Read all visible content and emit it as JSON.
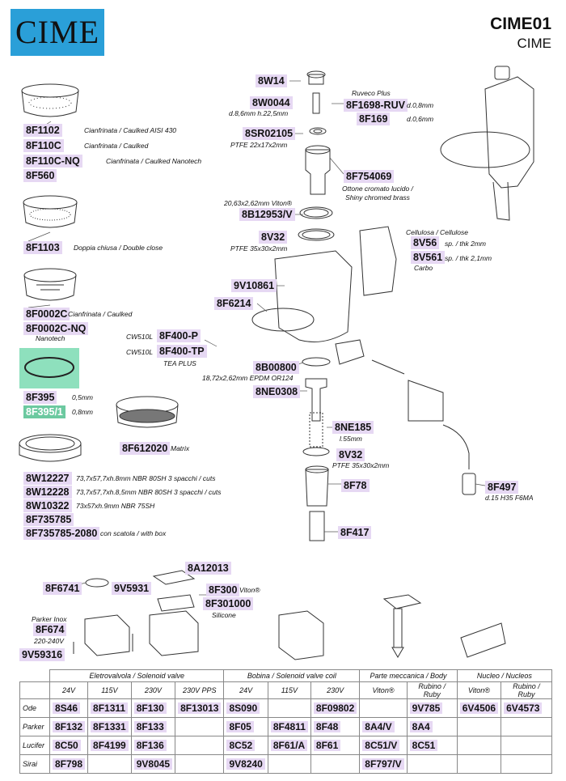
{
  "header": {
    "logo": "CIME",
    "model": "CIME01",
    "brand": "CIME"
  },
  "parts": [
    {
      "id": "p1",
      "code": "8F1102",
      "note": "Cianfrinata / Caulked AISI 430"
    },
    {
      "id": "p2",
      "code": "8F110C",
      "note": "Cianfrinata / Caulked"
    },
    {
      "id": "p3",
      "code": "8F110C-NQ",
      "note": "Cianfrinata / Caulked Nanotech"
    },
    {
      "id": "p4",
      "code": "8F560",
      "note": ""
    },
    {
      "id": "p5",
      "code": "8F1103",
      "note": "Doppia chiusa / Double close"
    },
    {
      "id": "p6",
      "code": "8F0002C",
      "note": "Cianfrinata / Caulked"
    },
    {
      "id": "p7",
      "code": "8F0002C-NQ",
      "note": "Nanotech"
    },
    {
      "id": "p8",
      "code": "8F395",
      "note": "0,5mm"
    },
    {
      "id": "p9",
      "code": "8F395/1",
      "note": "0,8mm"
    },
    {
      "id": "p10",
      "code": "8F612020",
      "note": "Matrix"
    },
    {
      "id": "p11",
      "code": "8W12227",
      "note": "73,7x57,7xh.8mm NBR 80SH 3 spacchi / cuts"
    },
    {
      "id": "p12",
      "code": "8W12228",
      "note": "73,7x57,7xh.8,5mm NBR 80SH 3 spacchi / cuts"
    },
    {
      "id": "p13",
      "code": "8W10322",
      "note": "73x57xh.9mm NBR 75SH"
    },
    {
      "id": "p14",
      "code": "8F735785",
      "note": ""
    },
    {
      "id": "p15",
      "code": "8F735785-2080",
      "note": "con scatola / with box"
    },
    {
      "id": "p16",
      "code": "8W14",
      "note": ""
    },
    {
      "id": "p17",
      "code": "8W0044",
      "note": "d.8,6mm h.22,5mm"
    },
    {
      "id": "p18",
      "code": "8F1698-RUV",
      "note": "d.0,8mm",
      "pre": "Ruveco Plus"
    },
    {
      "id": "p19",
      "code": "8F169",
      "note": "d.0,6mm"
    },
    {
      "id": "p20",
      "code": "8SR02105",
      "note": "PTFE 22x17x2mm"
    },
    {
      "id": "p21",
      "code": "8F754069",
      "note": "Ottone cromato lucido / Shiny chromed brass"
    },
    {
      "id": "p22",
      "code": "8B12953/V",
      "pre": "20,63x2,62mm Viton®",
      "note": ""
    },
    {
      "id": "p23",
      "code": "8V32",
      "note": "PTFE 35x30x2mm"
    },
    {
      "id": "p24",
      "code": "8V56",
      "note": "sp. / thk 2mm",
      "pre": "Cellulosa / Cellulose"
    },
    {
      "id": "p25",
      "code": "8V561",
      "note": "sp. / thk 2,1mm",
      "post": "Carbo"
    },
    {
      "id": "p26",
      "code": "9V10861",
      "note": ""
    },
    {
      "id": "p27",
      "code": "8F6214",
      "note": ""
    },
    {
      "id": "p28",
      "code": "8F400-P",
      "pre": "CW510L",
      "note": ""
    },
    {
      "id": "p29",
      "code": "8F400-TP",
      "pre": "CW510L",
      "note": "TEA PLUS"
    },
    {
      "id": "p30",
      "code": "8B00800",
      "note": "18,72x2,62mm EPDM OR124"
    },
    {
      "id": "p31",
      "code": "8NE0308",
      "note": ""
    },
    {
      "id": "p32",
      "code": "8NE185",
      "note": "l.55mm"
    },
    {
      "id": "p33",
      "code": "8V32",
      "note": "PTFE 35x30x2mm"
    },
    {
      "id": "p34",
      "code": "8F78",
      "note": ""
    },
    {
      "id": "p35",
      "code": "8F417",
      "note": ""
    },
    {
      "id": "p36",
      "code": "8F497",
      "note": "d.15 H35 F6MA"
    },
    {
      "id": "p37",
      "code": "8A12013",
      "note": ""
    },
    {
      "id": "p38",
      "code": "8F6741",
      "note": ""
    },
    {
      "id": "p39",
      "code": "9V5931",
      "note": ""
    },
    {
      "id": "p40",
      "code": "8F300",
      "note": "Viton®"
    },
    {
      "id": "p41",
      "code": "8F301000",
      "note": "Silicone"
    },
    {
      "id": "p42",
      "code": "8F674",
      "pre": "Parker Inox",
      "note": "220-240V"
    },
    {
      "id": "p43",
      "code": "9V59316",
      "note": ""
    }
  ],
  "table": {
    "groups": [
      "Eletrovalvola / Solenoid valve",
      "Bobina / Solenoid valve coil",
      "Parte meccanica / Body",
      "Nucleo / Nucleos"
    ],
    "subheaders": [
      "24V",
      "115V",
      "230V",
      "230V PPS",
      "24V",
      "115V",
      "230V",
      "Viton®",
      "Rubino / Ruby",
      "Viton®",
      "Rubino / Ruby"
    ],
    "rows": [
      {
        "label": "Ode",
        "cells": [
          "8S46",
          "8F1311",
          "8F130",
          "8F13013",
          "8S090",
          "",
          "8F09802",
          "",
          "9V785",
          "6V4506",
          "6V4573"
        ]
      },
      {
        "label": "Parker",
        "cells": [
          "8F132",
          "8F1331",
          "8F133",
          "",
          "8F05",
          "8F4811",
          "8F48",
          "8A4/V",
          "8A4",
          "",
          ""
        ]
      },
      {
        "label": "Lucifer",
        "cells": [
          "8C50",
          "8F4199",
          "8F136",
          "",
          "8C52",
          "8F61/A",
          "8F61",
          "8C51/V",
          "8C51",
          "",
          ""
        ]
      },
      {
        "label": "Sirai",
        "cells": [
          "8F798",
          "",
          "9V8045",
          "",
          "9V8240",
          "",
          "",
          "8F797/V",
          "",
          "",
          ""
        ]
      }
    ]
  }
}
